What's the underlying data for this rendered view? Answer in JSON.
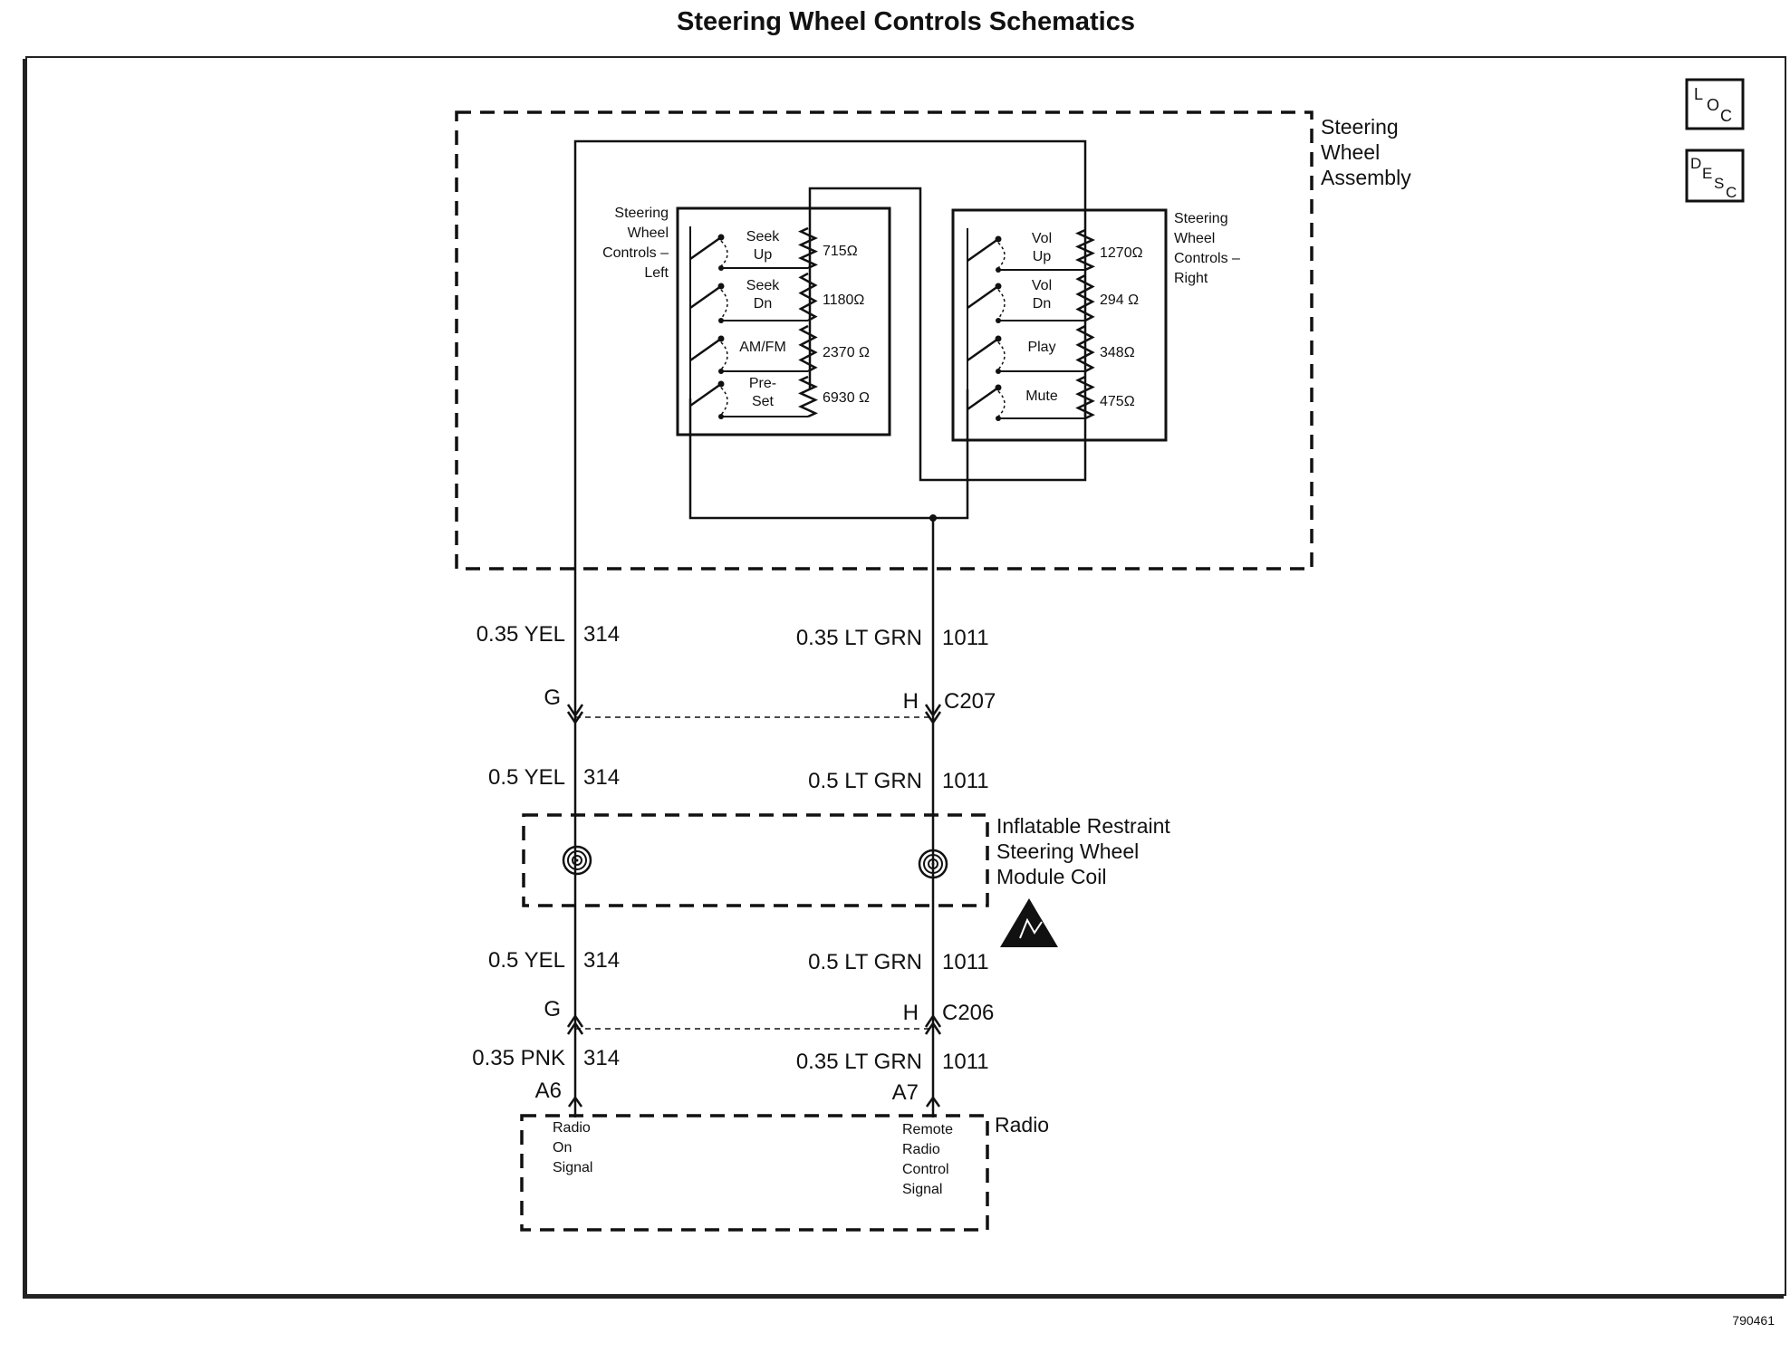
{
  "title": "Steering Wheel Controls Schematics",
  "doc_number": "790461",
  "icons": {
    "loc": {
      "l1": "L",
      "l2": "O",
      "l3": "C",
      "name": "location-icon"
    },
    "desc": {
      "l1": "D",
      "l2": "E",
      "l3": "S",
      "l4": "C",
      "name": "description-icon"
    },
    "caution": "airbag-caution-icon"
  },
  "components": {
    "steering_wheel_assembly": [
      "Steering",
      "Wheel",
      "Assembly"
    ],
    "left_controls": [
      "Steering",
      "Wheel",
      "Controls –",
      "Left"
    ],
    "right_controls": [
      "Steering",
      "Wheel",
      "Controls –",
      "Right"
    ],
    "coil": [
      "Inflatable Restraint",
      "Steering Wheel",
      "Module Coil"
    ],
    "radio": "Radio"
  },
  "left_switches": [
    {
      "label": [
        "Seek",
        "Up"
      ],
      "resistance": "715Ω"
    },
    {
      "label": [
        "Seek",
        "Dn"
      ],
      "resistance": "1180Ω"
    },
    {
      "label": [
        "AM/FM"
      ],
      "resistance": "2370 Ω"
    },
    {
      "label": [
        "Pre-",
        "Set"
      ],
      "resistance": "6930 Ω"
    }
  ],
  "right_switches": [
    {
      "label": [
        "Vol",
        "Up"
      ],
      "resistance": "1270Ω"
    },
    {
      "label": [
        "Vol",
        "Dn"
      ],
      "resistance": "294 Ω"
    },
    {
      "label": [
        "Play"
      ],
      "resistance": "348Ω"
    },
    {
      "label": [
        "Mute"
      ],
      "resistance": "475Ω"
    }
  ],
  "wires": {
    "upper_left": {
      "gauge_color": "0.35 YEL",
      "circuit": "314"
    },
    "upper_right": {
      "gauge_color": "0.35 LT GRN",
      "circuit": "1011"
    },
    "mid_left": {
      "gauge_color": "0.5 YEL",
      "circuit": "314"
    },
    "mid_right": {
      "gauge_color": "0.5 LT GRN",
      "circuit": "1011"
    },
    "low_left": {
      "gauge_color": "0.5 YEL",
      "circuit": "314"
    },
    "low_right": {
      "gauge_color": "0.5 LT GRN",
      "circuit": "1011"
    },
    "bottom_left": {
      "gauge_color": "0.35 PNK",
      "circuit": "314"
    },
    "bottom_right": {
      "gauge_color": "0.35 LT GRN",
      "circuit": "1011"
    }
  },
  "connectors": {
    "c207": {
      "name": "C207",
      "pin_left": "G",
      "pin_right": "H"
    },
    "c206": {
      "name": "C206",
      "pin_left": "G",
      "pin_right": "H"
    },
    "radio_pins": {
      "left": "A6",
      "right": "A7"
    }
  },
  "radio_signals": {
    "left": [
      "Radio",
      "On",
      "Signal"
    ],
    "right": [
      "Remote",
      "Radio",
      "Control",
      "Signal"
    ]
  }
}
